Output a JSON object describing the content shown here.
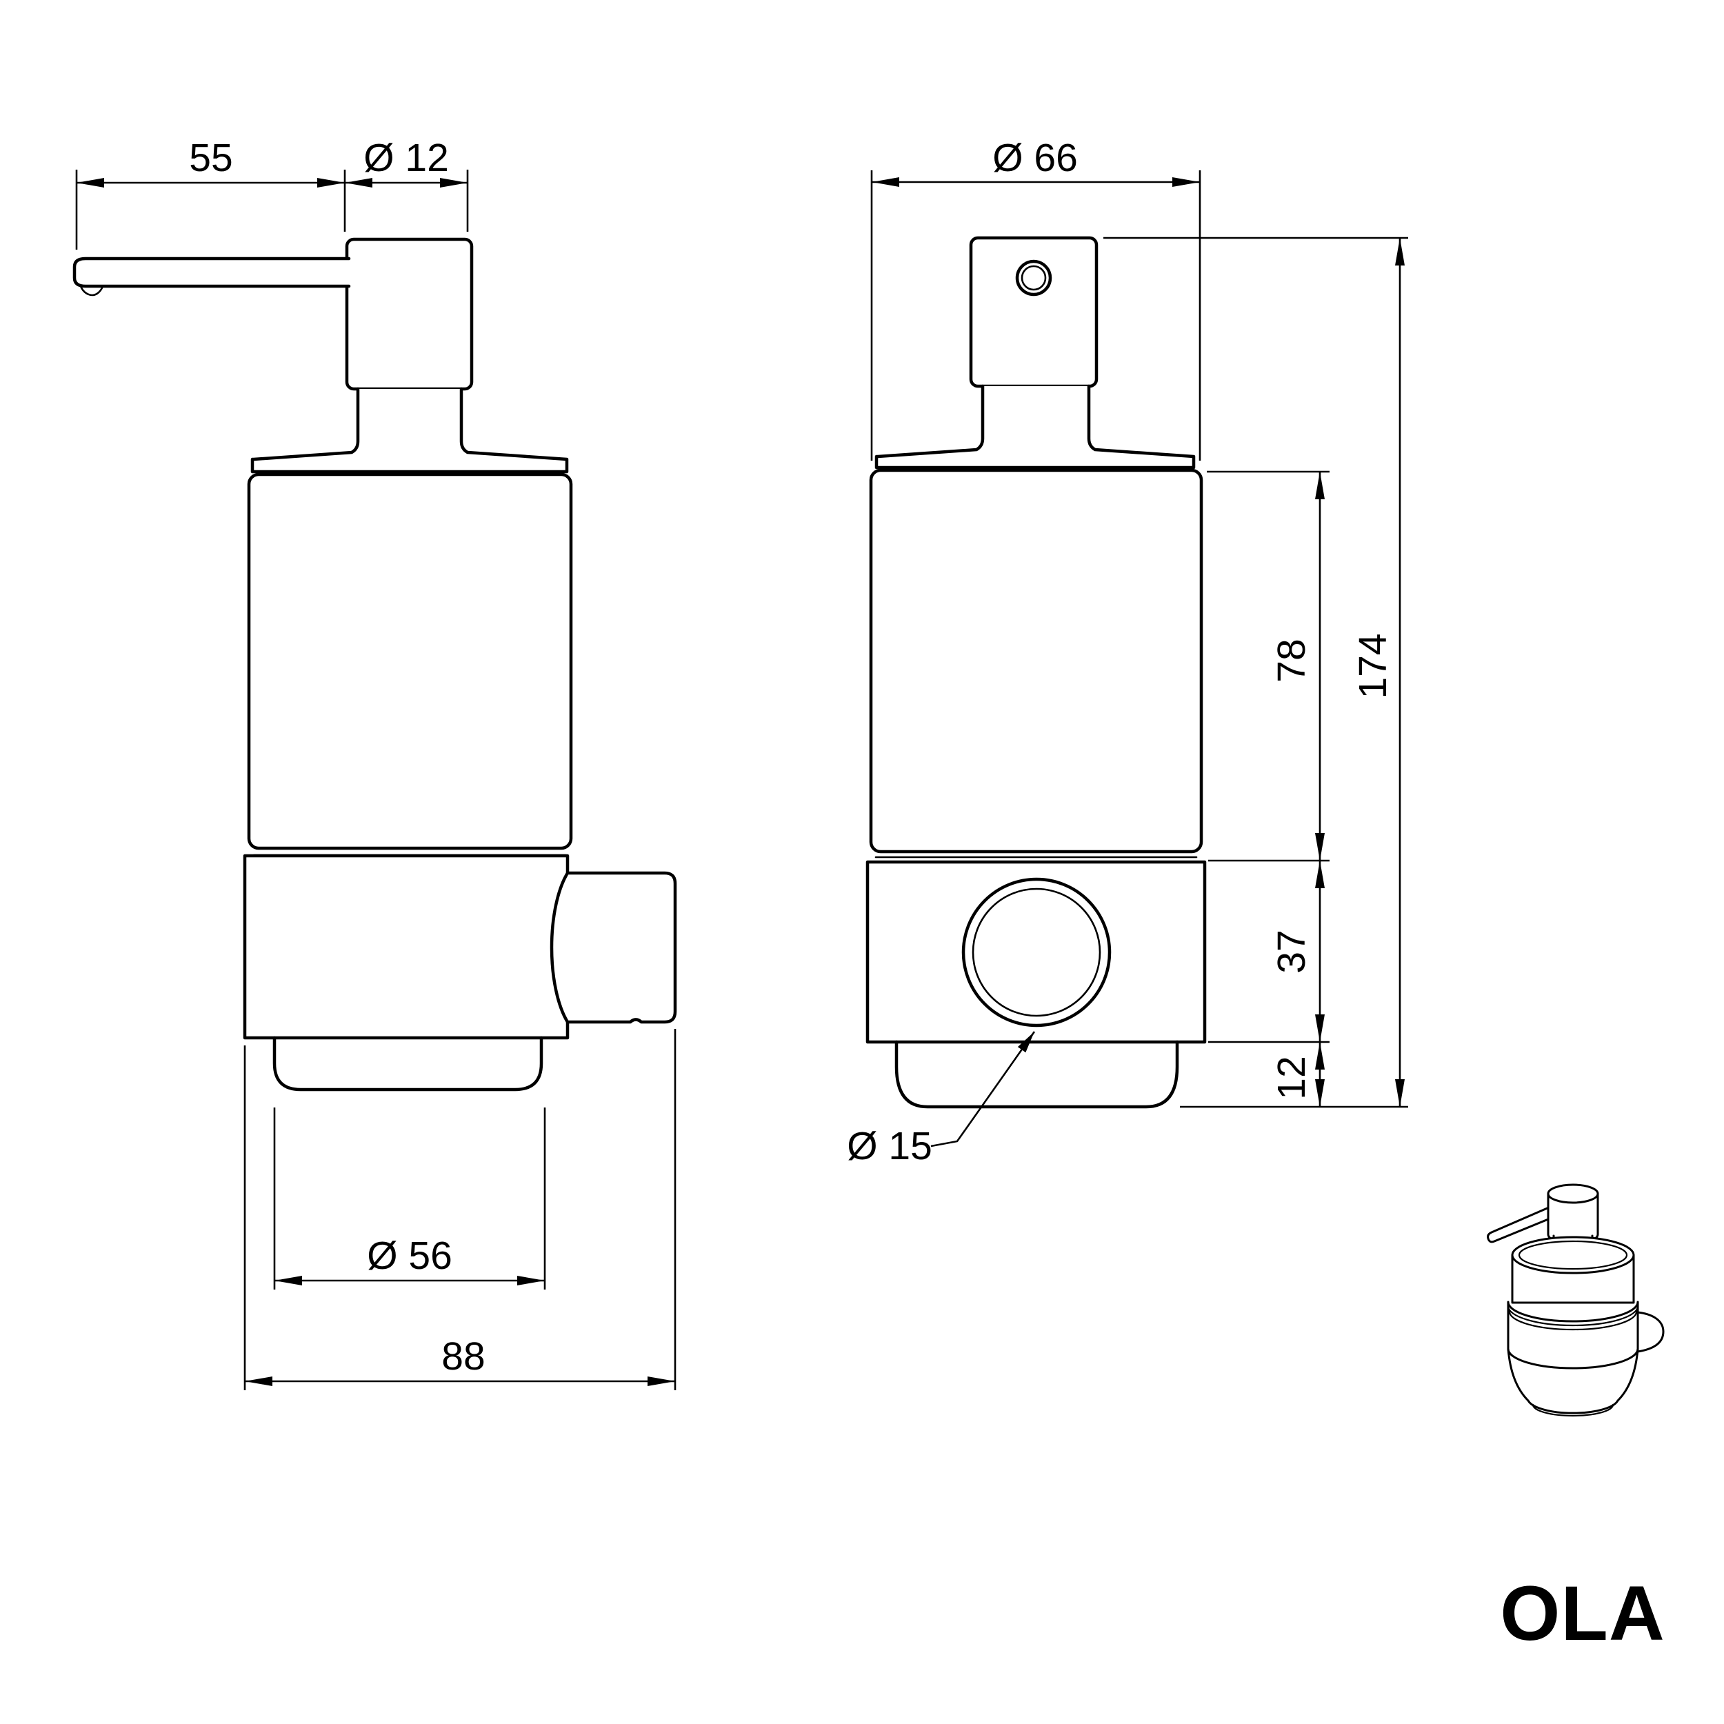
{
  "page": {
    "background": "#ffffff",
    "line_color": "#000000"
  },
  "drawing": {
    "brand": "OLA",
    "dimensions": {
      "spout_length": "55",
      "pump_head_diameter": "Ø 12",
      "body_diameter": "Ø 66",
      "glass_height": "78",
      "overall_height": "174",
      "holder_height": "37",
      "base_height": "12",
      "knob_diameter": "Ø 15",
      "glass_bottom_diameter": "Ø 56",
      "overall_depth": "88"
    }
  }
}
